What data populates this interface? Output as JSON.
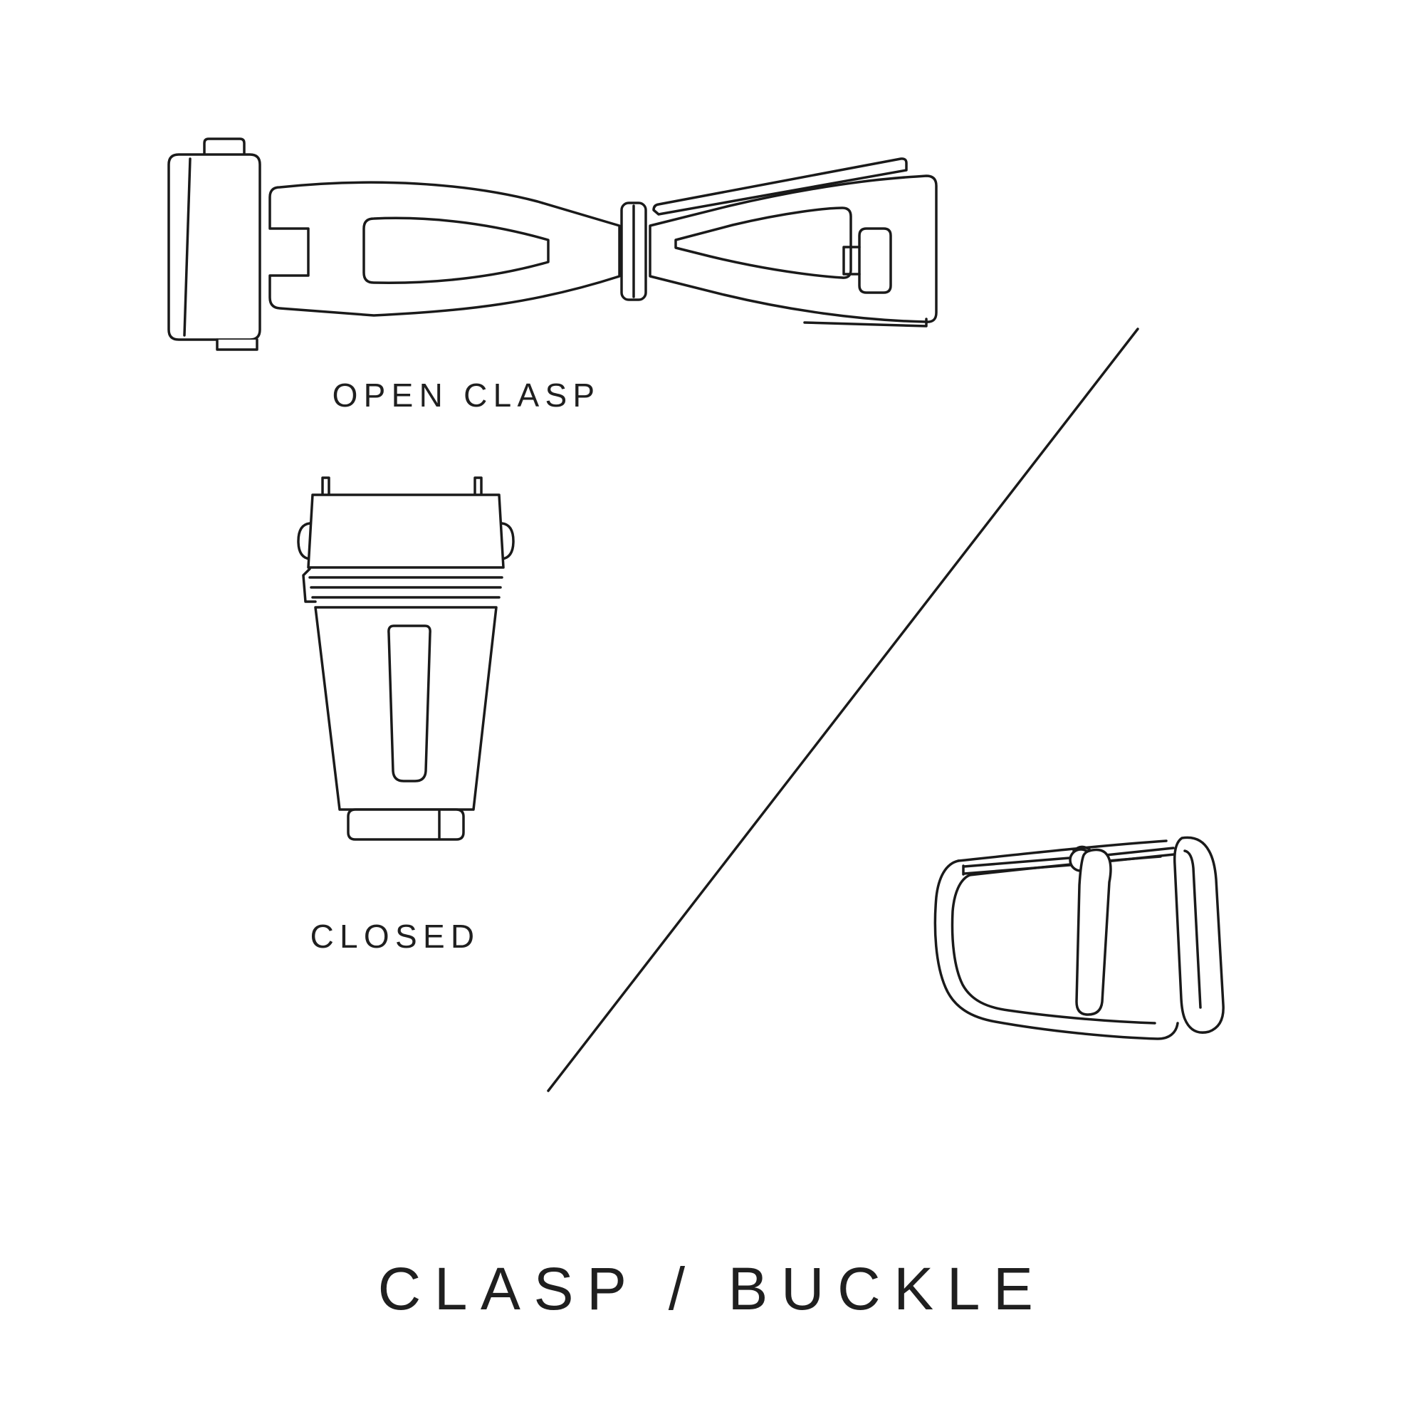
{
  "page": {
    "title": "CLASP / BUCKLE",
    "background_color": "#ffffff",
    "line_color": "#1a1a1a",
    "text_color": "#1f1f1f"
  },
  "labels": {
    "open_clasp": "OPEN CLASP",
    "closed": "CLOSED"
  },
  "illustrations": [
    "open-clasp-illustration",
    "closed-clasp-illustration",
    "pin-buckle-illustration",
    "diagonal-divider-line"
  ]
}
